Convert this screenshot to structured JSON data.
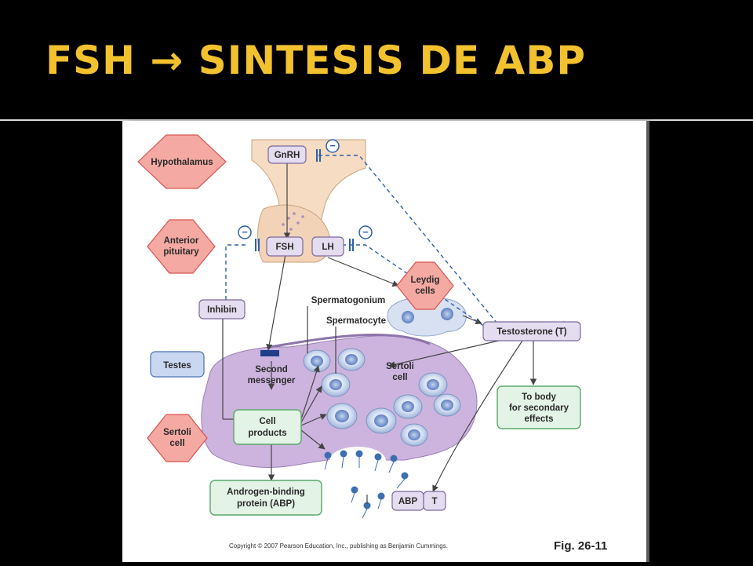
{
  "slide": {
    "title": "FSH → SINTESIS DE ABP"
  },
  "figure": {
    "side_labels": {
      "hypothalamus": "Hypothalamus",
      "anterior_pituitary_1": "Anterior",
      "anterior_pituitary_2": "pituitary",
      "testes": "Testes",
      "sertoli_cell_1": "Sertoli",
      "sertoli_cell_2": "cell"
    },
    "hormones": {
      "gnrh": "GnRH",
      "fsh": "FSH",
      "lh": "LH",
      "inhibin": "Inhibin",
      "testosterone": "Testosterone (T)",
      "abp": "ABP",
      "t": "T"
    },
    "labels": {
      "leydig_1": "Leydig",
      "leydig_2": "cells",
      "spermatogonium": "Spermatogonium",
      "spermatocyte": "Spermatocyte",
      "sertoli_inner_1": "Sertoli",
      "sertoli_inner_2": "cell",
      "second_messenger_1": "Second",
      "second_messenger_2": "messenger",
      "cell_products_1": "Cell",
      "cell_products_2": "products",
      "abp_box_1": "Androgen-binding",
      "abp_box_2": "protein (ABP)",
      "to_body_1": "To body",
      "to_body_2": "for secondary",
      "to_body_3": "effects",
      "inhibit_symbol": "−"
    },
    "copyright": "Copyright © 2007 Pearson Education, Inc., publishing as Benjamin Cummings.",
    "fig_number": "Fig. 26-11",
    "colors": {
      "title": "#f2c12e",
      "diamond_fill": "#f4a9a3",
      "diamond_stroke": "#d9534f",
      "hormone_fill": "#e4dcef",
      "hormone_stroke": "#7b6a9c",
      "green_fill": "#e3f3e5",
      "green_stroke": "#5aa86a",
      "tubule_fill": "#c9b1dd",
      "blue_dash": "#2f5fa8",
      "testes_fill": "#c9d8f0"
    }
  }
}
